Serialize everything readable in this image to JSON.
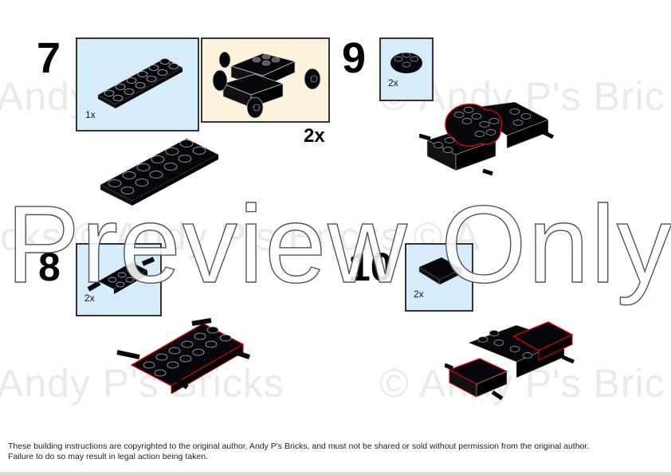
{
  "watermarks": {
    "row1_left": "Andy P's Bricks",
    "row1_right": "© Andy P's Bric",
    "row2": "icks  © Andy P's Bricks  © A",
    "row3_left": "Andy P's Bricks",
    "row3_right": "© Andy P's Bric"
  },
  "overlay": {
    "preview_text": "Preview Only"
  },
  "steps": [
    {
      "number": "7",
      "parts": [
        {
          "qty": "1x",
          "part": "black 2x6 plate",
          "bg": "#d6ecfb"
        }
      ],
      "subassembly": {
        "qty": "2x",
        "part": "wheel chassis subassembly",
        "bg": "#fdf3dc"
      },
      "result": "2x6 plate placed"
    },
    {
      "number": "8",
      "parts": [
        {
          "qty": "2x",
          "part": "black plate with wheel holder pins",
          "bg": "#d6ecfb"
        }
      ],
      "result": "plate with wheel holders highlighted in red"
    },
    {
      "number": "9",
      "parts": [
        {
          "qty": "2x",
          "part": "black 2x2 round plate",
          "bg": "#d6ecfb"
        }
      ],
      "result": "round plates added, highlighted in red"
    },
    {
      "number": "10",
      "parts": [
        {
          "qty": "2x",
          "part": "black 2x2 tile",
          "bg": "#d6ecfb"
        }
      ],
      "result": "tiles added, highlighted in red"
    }
  ],
  "footer": {
    "line1": "These building instructions are copyrighted to the original author, Andy P's Bricks, and must not be shared or sold without permission from the original author.",
    "line2": "Failure to do so may result in legal action being taken."
  },
  "colors": {
    "parts_box_blue": "#d6ecfb",
    "subassembly_box_cream": "#fdf3dc",
    "highlight_red": "#e00000",
    "brick_black": "#05070d"
  }
}
